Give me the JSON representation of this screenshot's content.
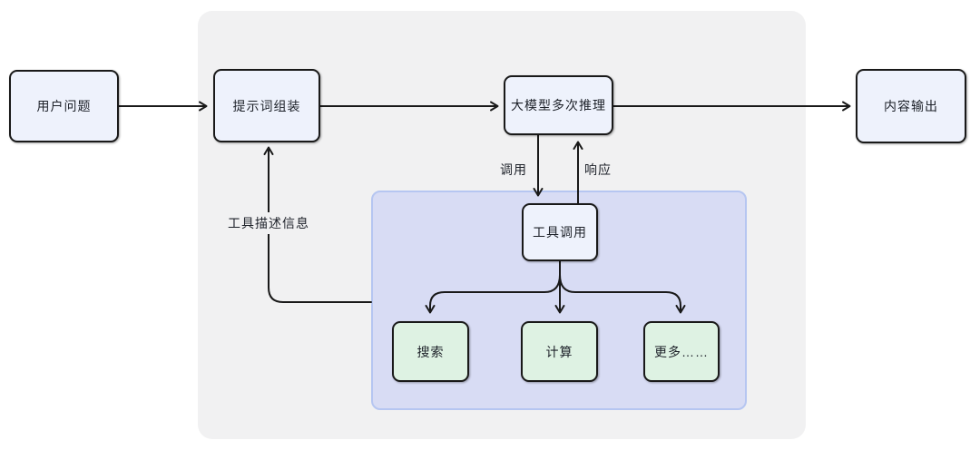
{
  "diagram": {
    "title": "LLM tool-calling flow diagram",
    "nodes": {
      "user_question": {
        "label": "用户问题"
      },
      "prompt_assembly": {
        "label": "提示词组装"
      },
      "llm_inference": {
        "label": "大模型多次推理"
      },
      "content_output": {
        "label": "内容输出"
      },
      "tool_call": {
        "label": "工具调用"
      },
      "search": {
        "label": "搜索"
      },
      "calculate": {
        "label": "计算"
      },
      "more": {
        "label": "更多……"
      }
    },
    "edge_labels": {
      "call": "调用",
      "response": "响应",
      "tool_description": "工具描述信息"
    },
    "colors": {
      "node_fill": "#eef2fc",
      "tool_node_fill": "#def2e3",
      "node_border": "#191919",
      "outer_container_fill": "#f1f1f2",
      "inner_container_fill": "#d8dcf4",
      "inner_container_border": "#b6c6f1",
      "arrow": "#191919",
      "text": "#1d2129"
    }
  }
}
